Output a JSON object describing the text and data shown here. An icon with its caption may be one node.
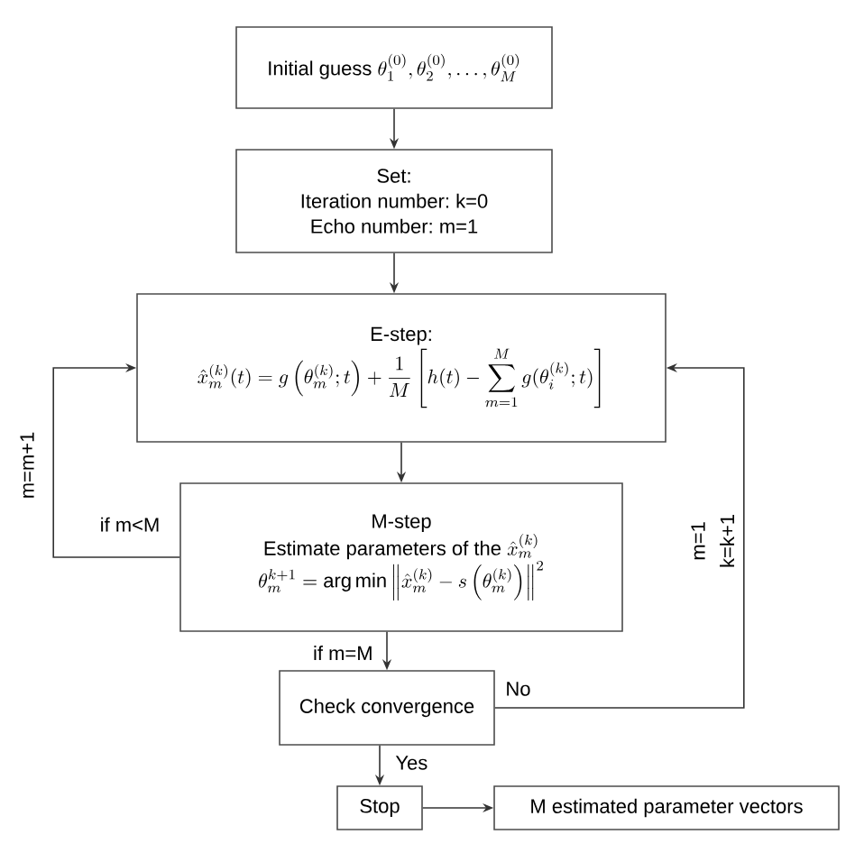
{
  "diagram": {
    "nodes": [
      {
        "text": [
          "Initial guess",
          "\\theta_1^{(0)},\\theta_2^{(0)},\\dots,\\theta_M^{(0)}"
        ]
      },
      {
        "text": [
          "Set:",
          "Iteration number: k=0",
          "Echo number: m=1"
        ]
      },
      {
        "text": [
          "E-step:",
          "\\hat{x}_m^{(k)}(t)=g\\left(\\theta_m^{(k)};t\\right)+\\frac{1}{M}\\left[h(t)-\\sum_{m=1}^{M}g(\\theta_i^{(k)};t)\\right]"
        ]
      },
      {
        "text": [
          "M-step",
          "Estimate parameters of the",
          "\\hat{x}_m^{(k)}",
          "\\theta_m^{k+1}=\\arg\\min\\left\\|\\hat{x}_m^{(k)}-s\\left(\\theta_m^{(k)}\\right)\\right\\|^2"
        ]
      },
      {
        "text": [
          "Check convergence"
        ]
      },
      {
        "text": [
          "Stop"
        ]
      },
      {
        "text": [
          "M estimated parameter vectors"
        ]
      }
    ],
    "edges": [
      {
        "from": 0,
        "to": 1,
        "arrow": "to"
      },
      {
        "from": 1,
        "to": 2,
        "arrow": "to"
      },
      {
        "from": 2,
        "to": 3,
        "arrow": "to"
      },
      {
        "from": 3,
        "to": 4,
        "arrow": "to",
        "label": "if m=M"
      },
      {
        "from": 4,
        "to": 5,
        "arrow": "to",
        "label": "Yes"
      },
      {
        "from": 5,
        "to": 6,
        "arrow": "to"
      },
      {
        "from": 3,
        "to": 2,
        "arrow": "to",
        "label": "if m<M"
      },
      {
        "from": 4,
        "to": 2,
        "arrow": "to",
        "label": "No"
      }
    ],
    "labels": [
      "m=m+1",
      "m=1",
      "k=k+1"
    ]
  }
}
